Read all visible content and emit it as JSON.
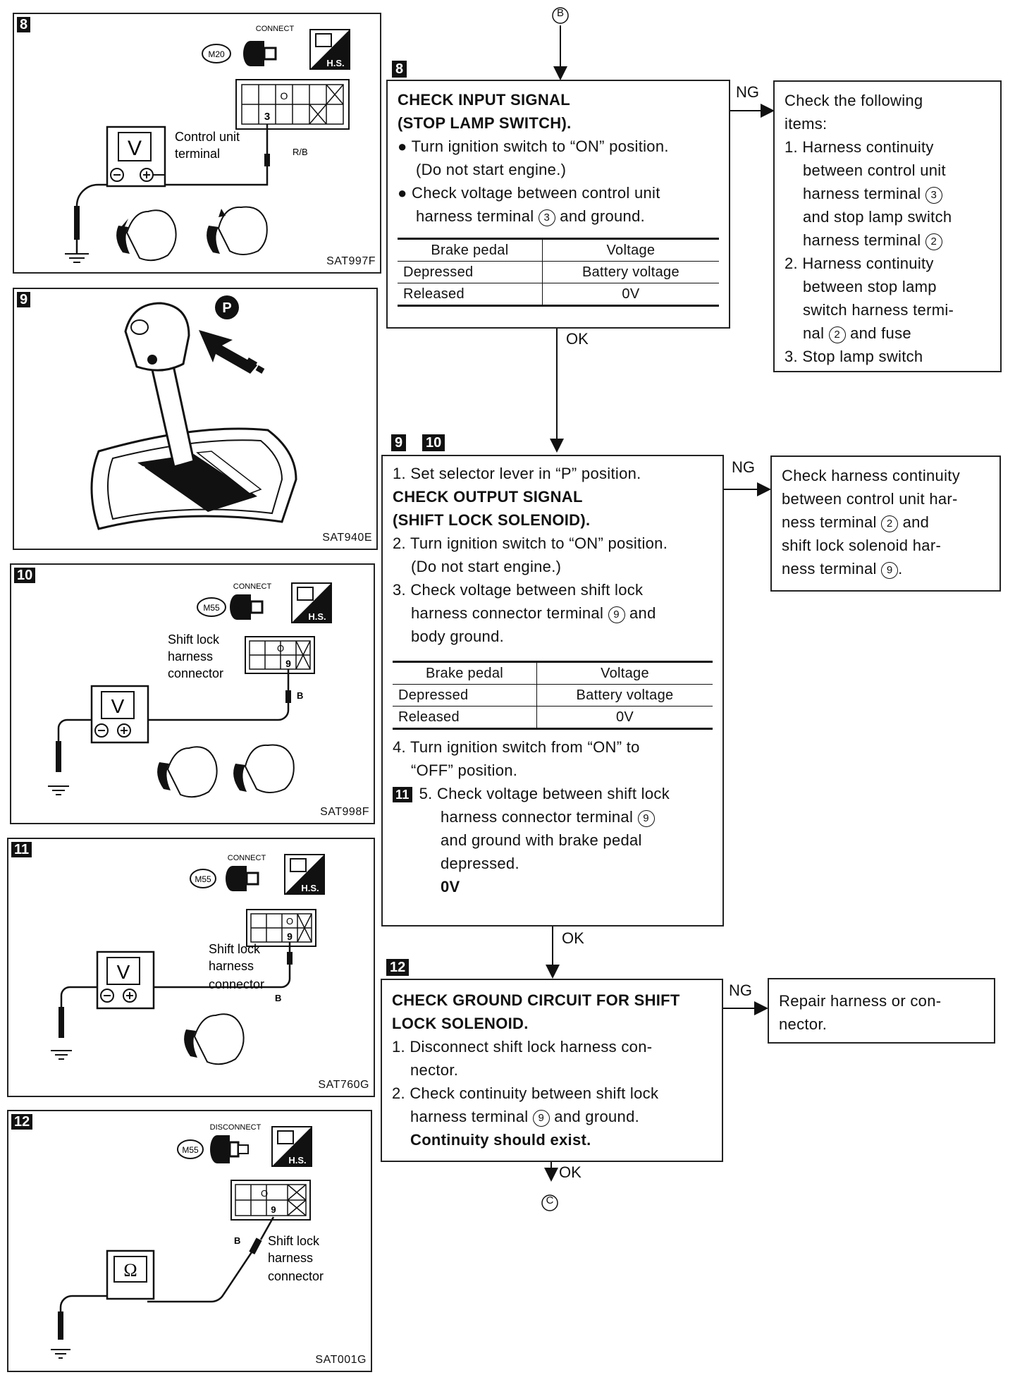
{
  "connectors": {
    "top": "B",
    "bottom": "C"
  },
  "flow": {
    "ng": "NG",
    "ok": "OK"
  },
  "figures": {
    "f8": {
      "step": "8",
      "code": "SAT997F",
      "connector_id": "M20",
      "connect": "CONNECT",
      "hs": "H.S.",
      "meter": "V",
      "label1": "Control unit",
      "label2": "terminal",
      "wire": "R/B",
      "pin": "3",
      "pin_o": "O"
    },
    "f9": {
      "step": "9",
      "code": "SAT940E",
      "position": "P",
      "gate_letter": "P"
    },
    "f10": {
      "step": "10",
      "code": "SAT998F",
      "connector_id": "M55",
      "connect": "CONNECT",
      "hs": "H.S.",
      "meter": "V",
      "label1": "Shift lock",
      "label2": "harness",
      "label3": "connector",
      "wire": "B",
      "pin": "9",
      "pin_o": "O"
    },
    "f11": {
      "step": "11",
      "code": "SAT760G",
      "connector_id": "M55",
      "connect": "CONNECT",
      "hs": "H.S.",
      "meter": "V",
      "label1": "Shift lock",
      "label2": "harness",
      "label3": "connector",
      "wire": "B",
      "pin": "9",
      "pin_o": "O"
    },
    "f12": {
      "step": "12",
      "code": "SAT001G",
      "connector_id": "M55",
      "connect": "DISCONNECT",
      "hs": "H.S.",
      "meter": "Ω",
      "label1": "Shift lock",
      "label2": "harness",
      "label3": "connector",
      "wire": "B",
      "pin": "9",
      "pin_o": "O"
    }
  },
  "step8": {
    "num": "8",
    "title1": "CHECK INPUT SIGNAL",
    "title2": "(STOP LAMP SWITCH).",
    "b1a": "Turn ignition switch to “ON” position.",
    "b1b": "(Do not start engine.)",
    "b2a": "Check voltage between control unit",
    "b2b_pre": "harness terminal",
    "b2b_num": "3",
    "b2b_post": "and ground.",
    "table": {
      "h1": "Brake pedal",
      "h2": "Voltage",
      "r1a": "Depressed",
      "r1b": "Battery voltage",
      "r2a": "Released",
      "r2b": "0V"
    },
    "ng": {
      "l1": "Check the following",
      "l2": "items:",
      "l3": "1. Harness continuity",
      "l4": "between control unit",
      "l5_pre": "harness terminal",
      "l5_num": "3",
      "l6": "and stop lamp switch",
      "l7_pre": "harness terminal",
      "l7_num": "2",
      "l8": "2. Harness continuity",
      "l9": "between stop lamp",
      "l10": "switch harness termi-",
      "l11_pre": "nal",
      "l11_num": "2",
      "l11_post": "and fuse",
      "l12": "3. Stop lamp switch"
    }
  },
  "step9": {
    "num_a": "9",
    "num_b": "10",
    "s1": "1. Set selector lever in “P” position.",
    "t1": "CHECK OUTPUT SIGNAL",
    "t2": "(SHIFT LOCK SOLENOID).",
    "s2a": "2. Turn ignition switch to “ON” position.",
    "s2b": "(Do not start engine.)",
    "s3a": "3.  Check voltage between shift lock",
    "s3b_pre": "harness connector terminal",
    "s3b_num": "9",
    "s3b_post": "and",
    "s3c": "body ground.",
    "table": {
      "h1": "Brake pedal",
      "h2": "Voltage",
      "r1a": "Depressed",
      "r1b": "Battery voltage",
      "r2a": "Released",
      "r2b": "0V"
    },
    "s4a": "4. Turn ignition switch from “ON” to",
    "s4b": "“OFF” position.",
    "s5_step": "11",
    "s5a": "5.  Check voltage between shift lock",
    "s5b_pre": "harness connector terminal",
    "s5b_num": "9",
    "s5c": "and ground with brake pedal",
    "s5d": "depressed.",
    "s5e": "0V",
    "ng": {
      "l1": "Check harness continuity",
      "l2": "between control unit har-",
      "l3_pre": "ness terminal",
      "l3_num": "2",
      "l3_post": "and",
      "l4": "shift lock solenoid har-",
      "l5_pre": "ness terminal",
      "l5_num": "9",
      "l5_post": "."
    }
  },
  "step12": {
    "num": "12",
    "t1": "CHECK GROUND CIRCUIT FOR SHIFT",
    "t2": "LOCK SOLENOID.",
    "s1a": "1. Disconnect shift lock harness con-",
    "s1b": "nector.",
    "s2a": "2. Check continuity between shift lock",
    "s2b_pre": "harness terminal",
    "s2b_num": "9",
    "s2b_post": "and ground.",
    "s2c": "Continuity should exist.",
    "ng": {
      "l1": "Repair harness or con-",
      "l2": "nector."
    }
  }
}
